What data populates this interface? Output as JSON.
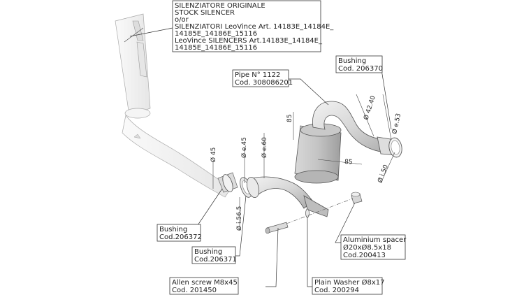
{
  "labels": {
    "stock_silencer": {
      "line1": "SILENZIATORE ORIGINALE",
      "line2": "STOCK SILENCER",
      "line3": "o/or",
      "line4": "SILENZIATORI LeoVince Art. 14183E_14184E_",
      "line5": "14185E_14186E_15116",
      "line6": "LeoVince SILENCERS Art.14183E_14184E_",
      "line7": "14185E_14186E_15116"
    },
    "pipe": {
      "name": "Pipe N° 1122",
      "code": "Cod. 308086201"
    },
    "bushing_top": {
      "name": "Bushing",
      "code": "Cod. 206370"
    },
    "bushing_left": {
      "name": "Bushing",
      "code": "Cod.206372"
    },
    "bushing_mid": {
      "name": "Bushing",
      "code": "Cod.206371"
    },
    "allen_screw": {
      "name": "Allen screw M8x45",
      "code": "Cod. 201450"
    },
    "plain_washer": {
      "name": "Plain Washer Ø8x17",
      "code": "Cod. 200294"
    },
    "aluminium_spacer": {
      "name": "Aluminium spacer",
      "spec": "Ø20xØ8.5x18",
      "code": "Cod.200413"
    }
  },
  "dimensions": {
    "d45": "Ø 45",
    "de45": "Ø e.45",
    "de60": "Ø e.60",
    "di565": "Ø i.56.5",
    "len85_vertical": "85",
    "len85_horizontal": "85",
    "d4240": "Ø 42.40",
    "de53": "Ø e.53",
    "di50": "Ø i.50"
  }
}
